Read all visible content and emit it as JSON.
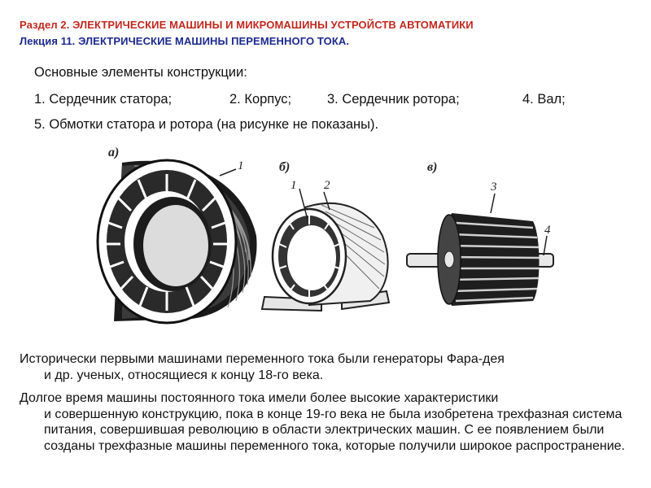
{
  "header": {
    "line1": "Раздел 2. ЭЛЕКТРИЧЕСКИЕ МАШИНЫ И МИКРОМАШИНЫ УСТРОЙСТВ АВТОМАТИКИ",
    "line2": "Лекция 11. ЭЛЕКТРИЧЕСКИЕ МАШИНЫ ПЕРЕМЕННОГО ТОКА."
  },
  "intro": {
    "title": "Основные элементы конструкции:",
    "items": [
      "1. Сердечник статора;",
      "2. Корпус;",
      "3. Сердечник ротора;",
      "4. Вал;"
    ],
    "note": "5. Обмотки статора и ротора (на рисунке не показаны)."
  },
  "figure": {
    "panel_labels": [
      "а)",
      "б)",
      "в)"
    ],
    "part_numbers": [
      "1",
      "1",
      "2",
      "3",
      "4"
    ]
  },
  "paragraphs": [
    {
      "first": "Исторически первыми машинами переменного тока были генераторы Фара-дея",
      "rest": "и др. ученых, относящиеся к концу 18-го века."
    },
    {
      "first": "Долгое время машины постоянного тока имели более высокие характеристики",
      "rest": "и совершенную конструкцию, пока в конце 19-го века не была изобретена трехфазная система питания, совершившая революцию в области электрических машин. С ее появлением были созданы трехфазные машины переменного тока, которые получили широкое распространение."
    }
  ]
}
